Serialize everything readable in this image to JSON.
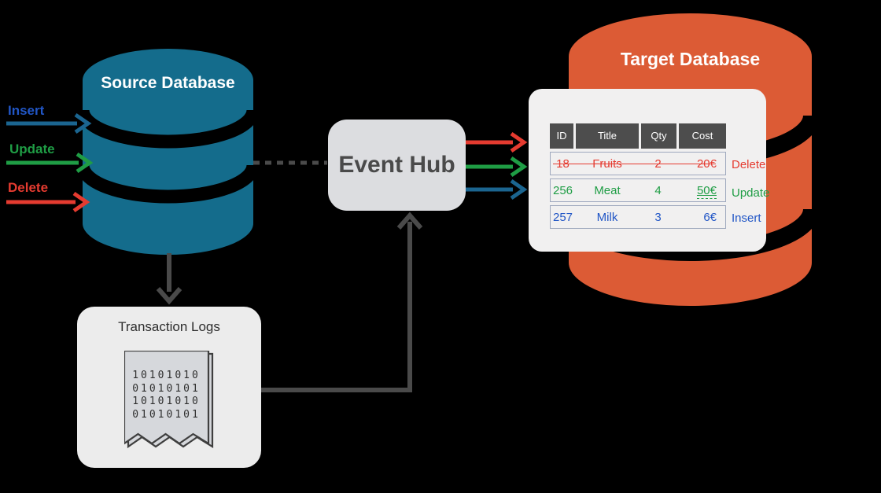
{
  "colors": {
    "background": "#000000",
    "teal": "#146C8C",
    "orange": "#DC5B35",
    "gray_connector": "#4A4A4A",
    "steel_blue": "#1B6590",
    "green": "#1F9D45",
    "red": "#E53B30",
    "blue": "#2156C6",
    "event_hub_fill": "#DCDDE0",
    "logs_fill": "#ECECEC",
    "card_fill": "#F1F0F0",
    "table_header_fill": "#4D4D4D",
    "table_border": "#9FA9BE",
    "receipt_fill": "#D6D8DC",
    "receipt_stroke": "#3F3F3F"
  },
  "source_database": {
    "title": "Source Database"
  },
  "target_database": {
    "title": "Target Database"
  },
  "event_hub": {
    "label": "Event Hub"
  },
  "transaction_logs": {
    "title": "Transaction Logs",
    "receipt_lines": [
      "10101010",
      "01010101",
      "10101010",
      "01010101"
    ]
  },
  "operations": {
    "insert": {
      "label": "Insert",
      "label_color": "#2156C6",
      "arrow_color": "#1B6590"
    },
    "update": {
      "label": "Update",
      "label_color": "#1F9D45",
      "arrow_color": "#1F9D45"
    },
    "delete": {
      "label": "Delete",
      "label_color": "#E53B30",
      "arrow_color": "#E53B30"
    }
  },
  "table": {
    "headers": [
      "ID",
      "Title",
      "Qty",
      "Cost"
    ],
    "rows": [
      {
        "id": "18",
        "title": "Fruits",
        "qty": "2",
        "cost": "20€",
        "operation": "Delete",
        "color": "#E53B30"
      },
      {
        "id": "256",
        "title": "Meat",
        "qty": "4",
        "cost": "50€",
        "operation": "Update",
        "color": "#1F9D45"
      },
      {
        "id": "257",
        "title": "Milk",
        "qty": "3",
        "cost": "6€",
        "operation": "Insert",
        "color": "#2156C6"
      }
    ]
  }
}
